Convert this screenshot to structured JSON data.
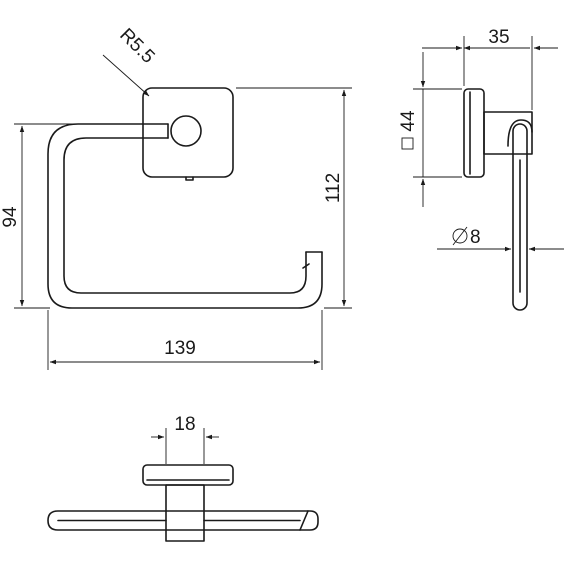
{
  "labels": {
    "radius": "R5.5",
    "height_total": "112",
    "height_ring": "94",
    "width_total": "139",
    "plate_square": "44",
    "depth": "35",
    "bar_diameter": "8",
    "post_width": "18"
  }
}
